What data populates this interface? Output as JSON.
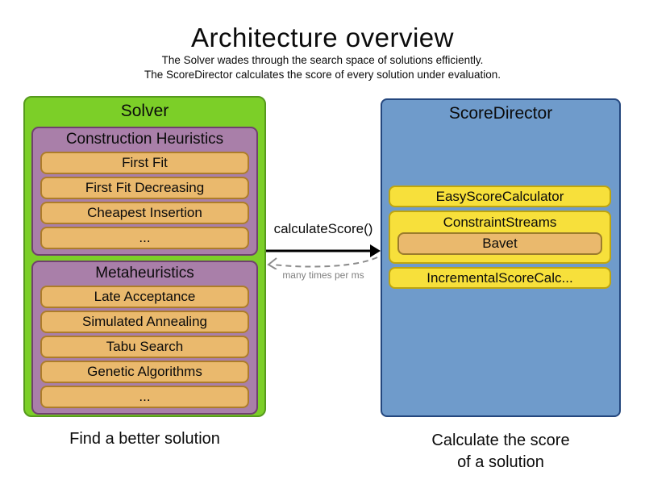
{
  "header": {
    "title": "Architecture overview",
    "subtitle1": "The Solver wades through the search space of solutions efficiently.",
    "subtitle2": "The ScoreDirector calculates the score of every solution under evaluation."
  },
  "solver": {
    "title": "Solver",
    "caption": "Find a better solution",
    "groups": [
      {
        "title": "Construction Heuristics",
        "items": [
          "First Fit",
          "First Fit Decreasing",
          "Cheapest Insertion",
          "..."
        ]
      },
      {
        "title": "Metaheuristics",
        "items": [
          "Late Acceptance",
          "Simulated Annealing",
          "Tabu Search",
          "Genetic Algorithms",
          "..."
        ]
      }
    ]
  },
  "score_director": {
    "title": "ScoreDirector",
    "caption_line1": "Calculate the score",
    "caption_line2": "of a solution",
    "items": [
      {
        "label": "EasyScoreCalculator"
      },
      {
        "label": "ConstraintStreams",
        "sub": "Bavet"
      },
      {
        "label": "IncrementalScoreCalc..."
      }
    ]
  },
  "connection": {
    "call_label": "calculateScore()",
    "frequency_label": "many times per ms"
  },
  "colors": {
    "solver_green": "#7ccf28",
    "solver_green_border": "#569a1d",
    "heuristic_purple": "#a97fa9",
    "heuristic_purple_border": "#70406f",
    "algorithm_orange": "#eab96d",
    "algorithm_orange_border": "#ad7d2a",
    "director_blue": "#6f9bcb",
    "director_blue_border": "#24477e",
    "calculator_yellow": "#f7e03b",
    "calculator_yellow_border": "#bfa50e",
    "arrow_black": "#000000",
    "dashed_arrow_gray": "#8c8c8c"
  }
}
